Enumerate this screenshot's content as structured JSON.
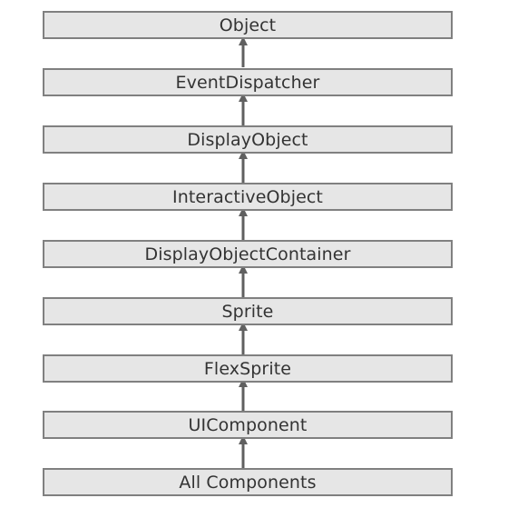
{
  "diagram": {
    "classes": [
      {
        "label": "Object"
      },
      {
        "label": "EventDispatcher"
      },
      {
        "label": "DisplayObject"
      },
      {
        "label": "InteractiveObject"
      },
      {
        "label": "DisplayObjectContainer"
      },
      {
        "label": "Sprite"
      },
      {
        "label": "FlexSprite"
      },
      {
        "label": "UIComponent"
      },
      {
        "label": "All Components"
      }
    ],
    "colors": {
      "box_fill": "#e6e6e6",
      "box_border": "#808080",
      "arrow": "#606060",
      "text": "#333333"
    }
  }
}
